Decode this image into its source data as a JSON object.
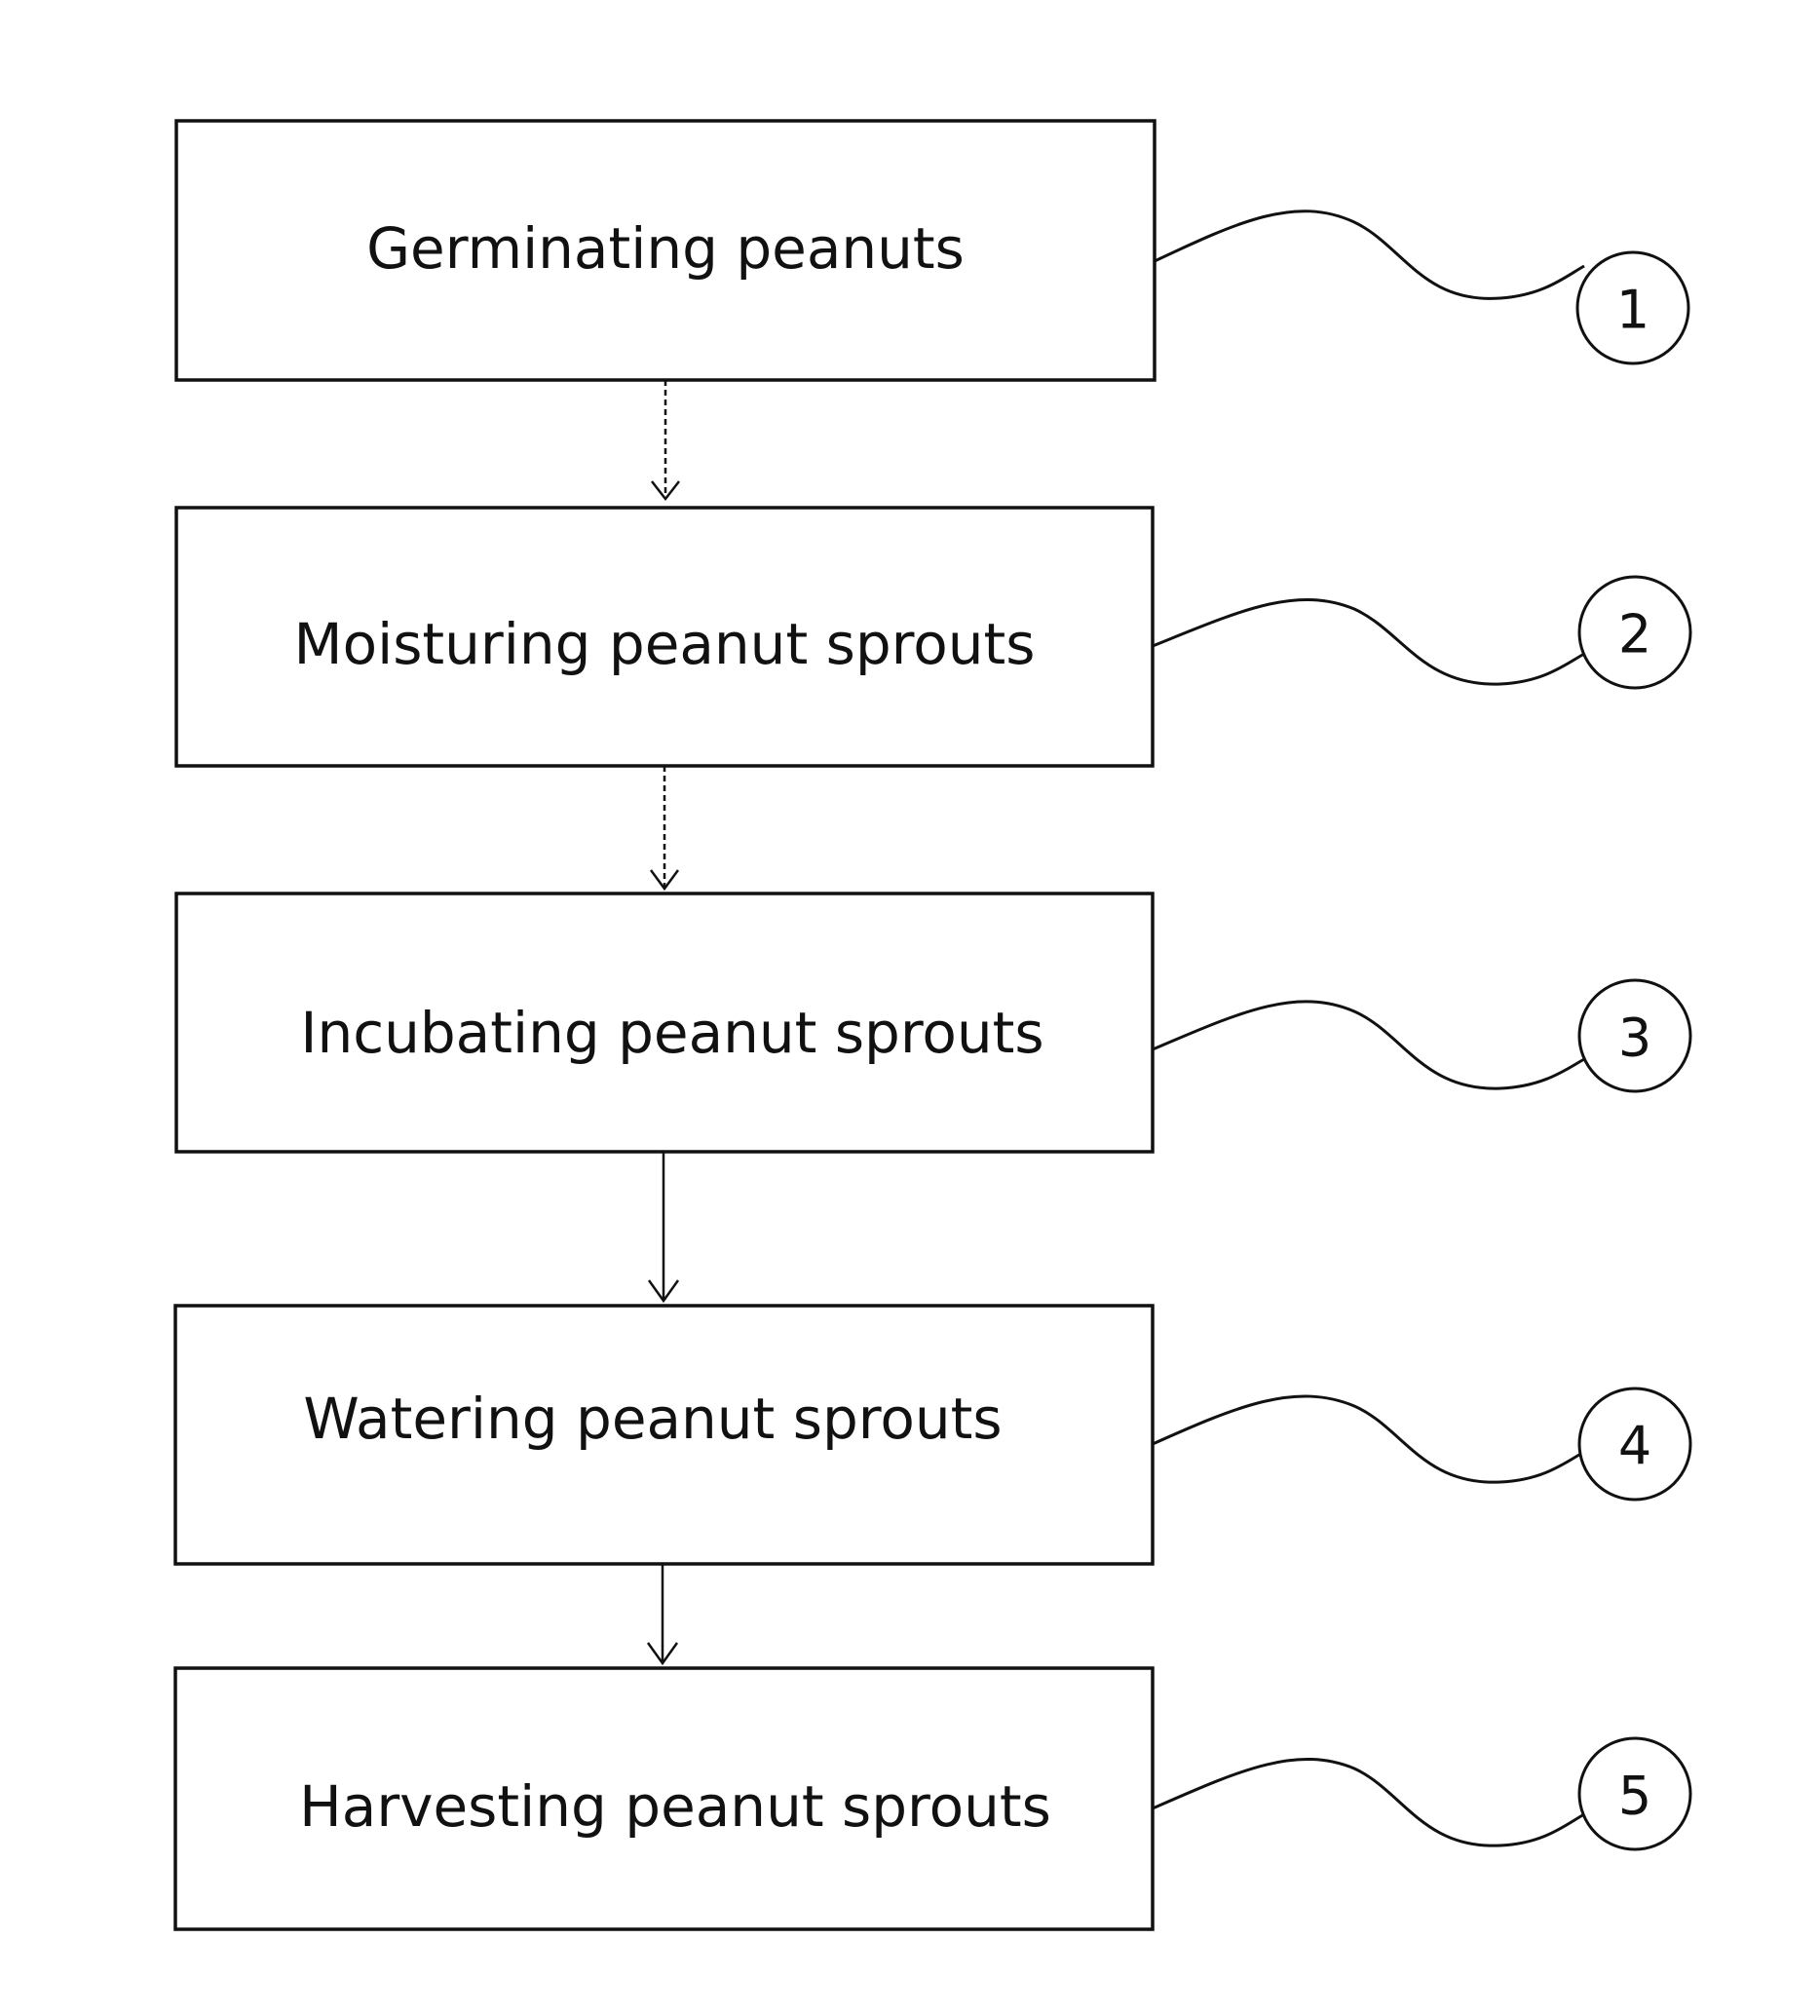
{
  "steps": [
    {
      "label": "Germinating peanuts",
      "ref": "1"
    },
    {
      "label": "Moisturing peanut sprouts",
      "ref": "2"
    },
    {
      "label": "Incubating peanut sprouts",
      "ref": "3"
    },
    {
      "label": "Watering peanut sprouts",
      "ref": "4"
    },
    {
      "label": "Harvesting peanut sprouts",
      "ref": "5"
    }
  ]
}
